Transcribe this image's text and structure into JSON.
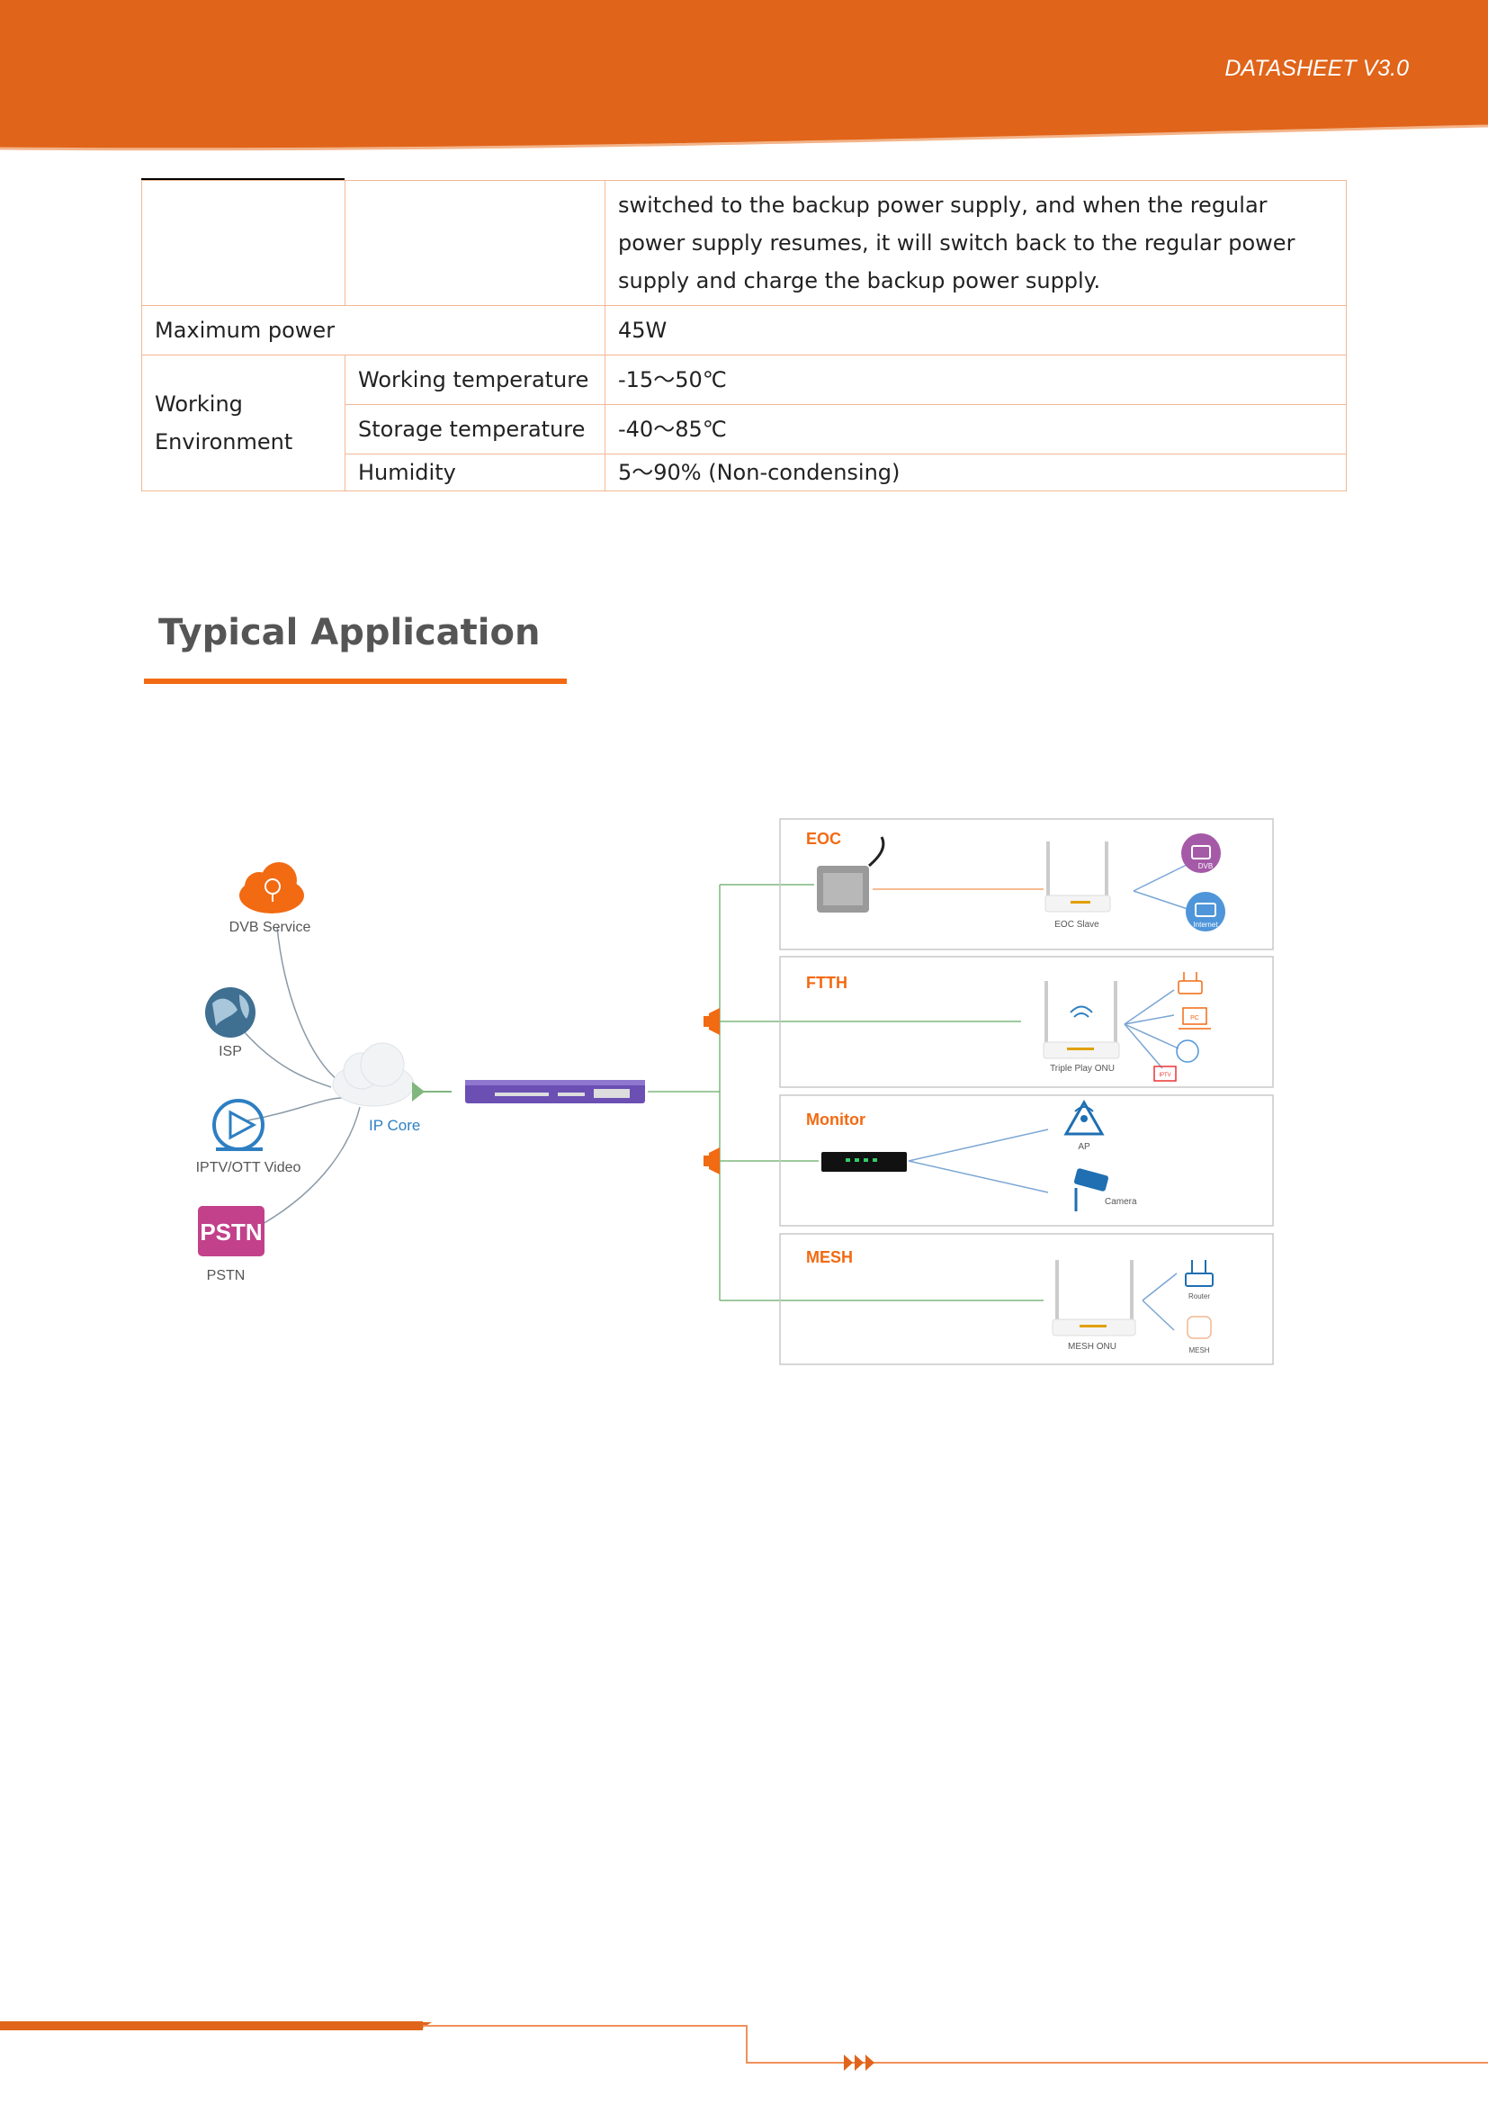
{
  "header": {
    "title": "DATASHEET V3.0",
    "accent": "#e0641a"
  },
  "table": {
    "continued_text": "switched to the backup power supply, and when the regular power supply resumes, it will switch back to the regular power supply and charge the backup power supply.",
    "max_power_label": "Maximum power",
    "max_power_value": "45W",
    "env_label": "Working Environment",
    "rows": [
      {
        "label": "Working temperature",
        "value": "-15～50℃"
      },
      {
        "label": "Storage temperature",
        "value": "-40～85℃"
      },
      {
        "label": "Humidity",
        "value": "5～90% (Non-condensing)"
      }
    ]
  },
  "section": {
    "title": "Typical Application"
  },
  "diagram": {
    "sources": [
      "DVB Service",
      "ISP",
      "IPTV/OTT Video",
      "PSTN"
    ],
    "pstn_badge": "PSTN",
    "core_label": "IP Core",
    "panels": [
      {
        "title": "EOC",
        "device": "EOC Slave",
        "endpoints": [
          "DVB",
          "Internet"
        ]
      },
      {
        "title": "FTTH",
        "device": "Triple Play ONU",
        "endpoints": [
          "PC",
          "IPTV"
        ]
      },
      {
        "title": "Monitor",
        "device": "",
        "endpoints": [
          "AP",
          "Camera"
        ]
      },
      {
        "title": "MESH",
        "device": "MESH ONU",
        "endpoints": [
          "Router",
          "MESH"
        ]
      }
    ]
  },
  "colors": {
    "orange": "#f26a12",
    "line_green": "#7fb77e",
    "panel_border": "#c9c9c9",
    "olt_purple": "#6b4fb3"
  }
}
